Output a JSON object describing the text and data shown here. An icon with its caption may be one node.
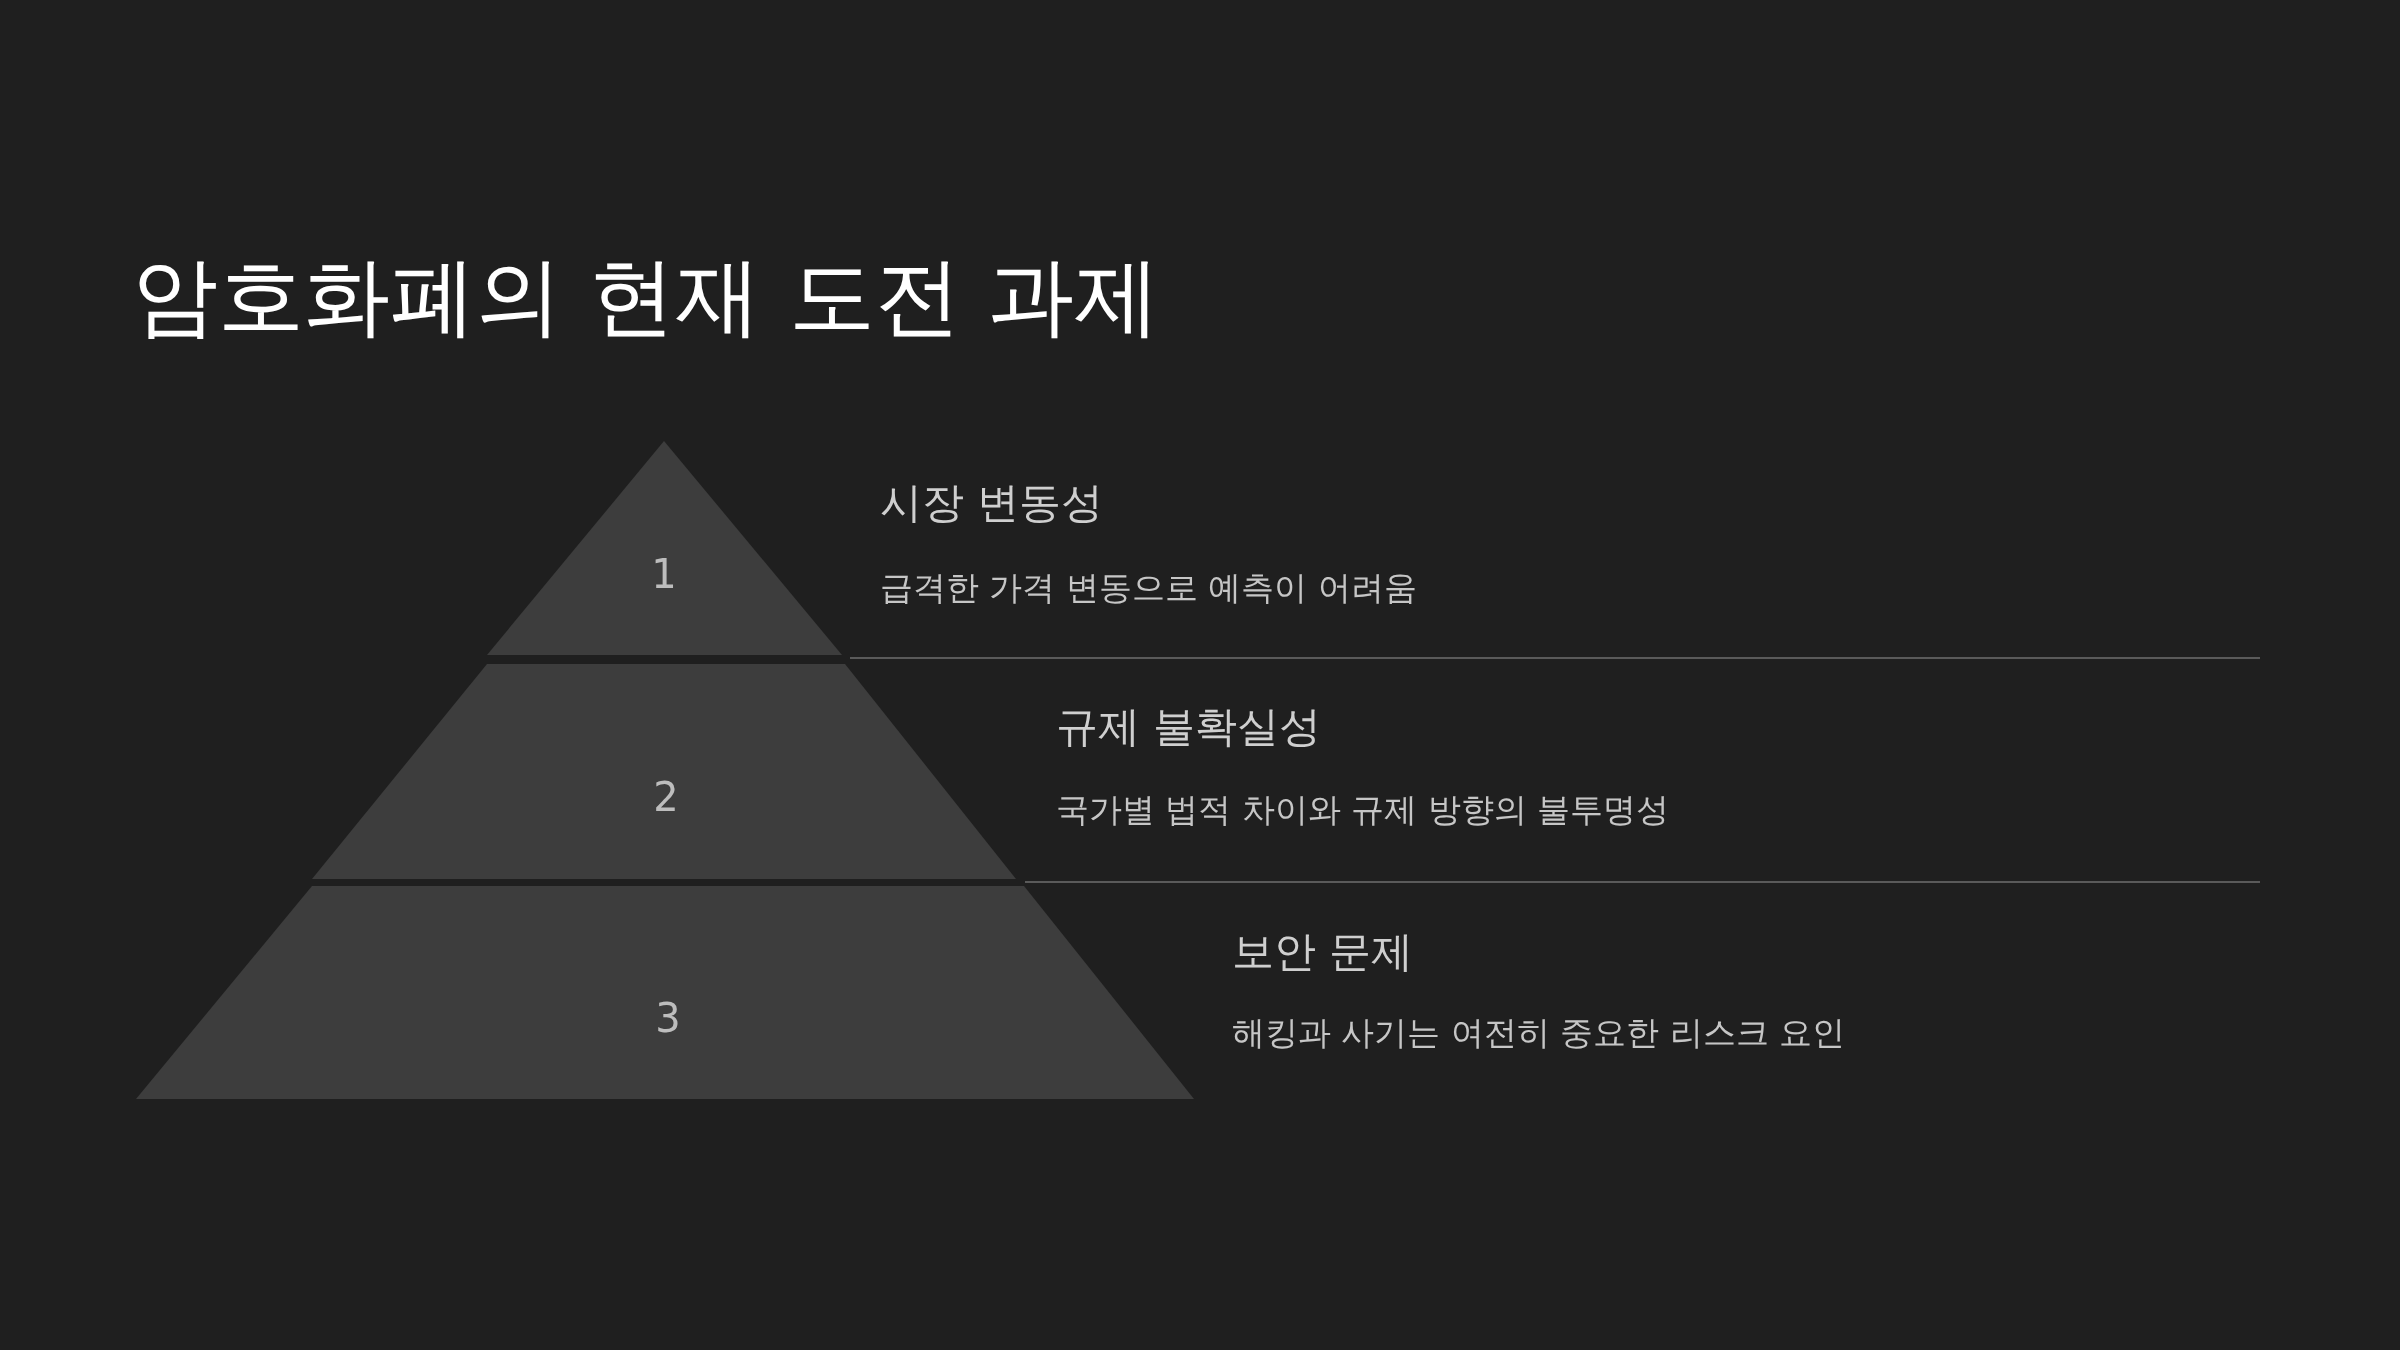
{
  "diagram": {
    "title": "암호화폐의 현재 도전 과제",
    "nodes": [
      {
        "text": [
          "1"
        ],
        "beside": [
          "시장 변동성",
          "급격한 가격 변동으로 예측이 어려움"
        ]
      },
      {
        "text": [
          "2"
        ],
        "beside": [
          "규제 불확실성",
          "국가별 법적 차이와 규제 방향의 불투명성"
        ]
      },
      {
        "text": [
          "3"
        ],
        "beside": [
          "보안 문제",
          "해킹과 사기는 여전히 중요한 리스크 요인"
        ]
      }
    ]
  }
}
